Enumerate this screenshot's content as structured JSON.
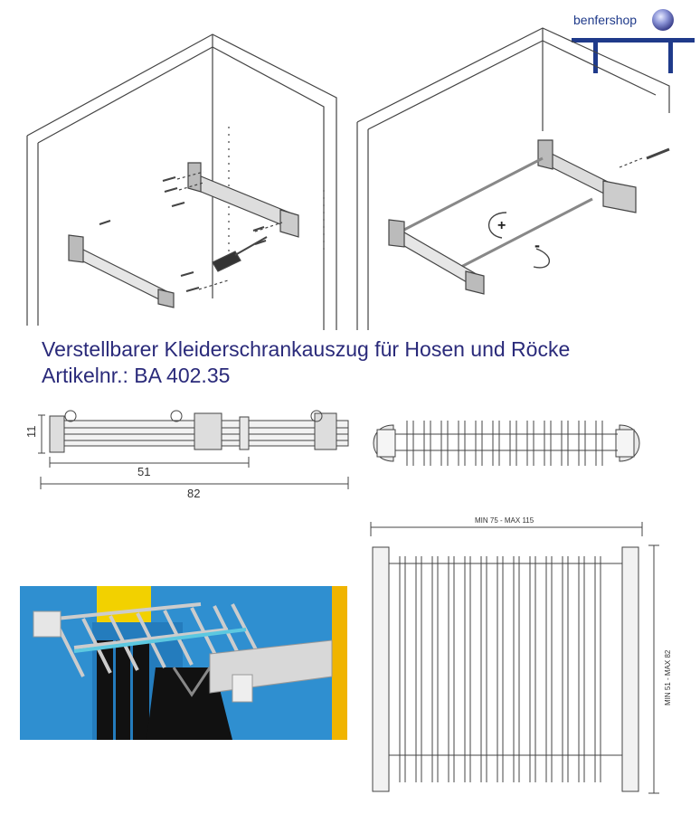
{
  "brand": {
    "name": "benfershop",
    "colors": {
      "primary": "#1f3a8a",
      "orb": "#7a84c8"
    }
  },
  "product": {
    "title": "Verstellbarer Kleiderschrankauszug für Hosen und Röcke",
    "article": "Artikelnr.: BA 402.35"
  },
  "dimensions": {
    "side_view": {
      "height": "11",
      "inner": "51",
      "total": "82"
    },
    "top_view": {
      "width": "MIN 75 - MAX 115",
      "depth": "MIN 51 - MAX 82"
    }
  },
  "icons": {
    "rotate_plus": "+",
    "rotate_minus": "-"
  }
}
